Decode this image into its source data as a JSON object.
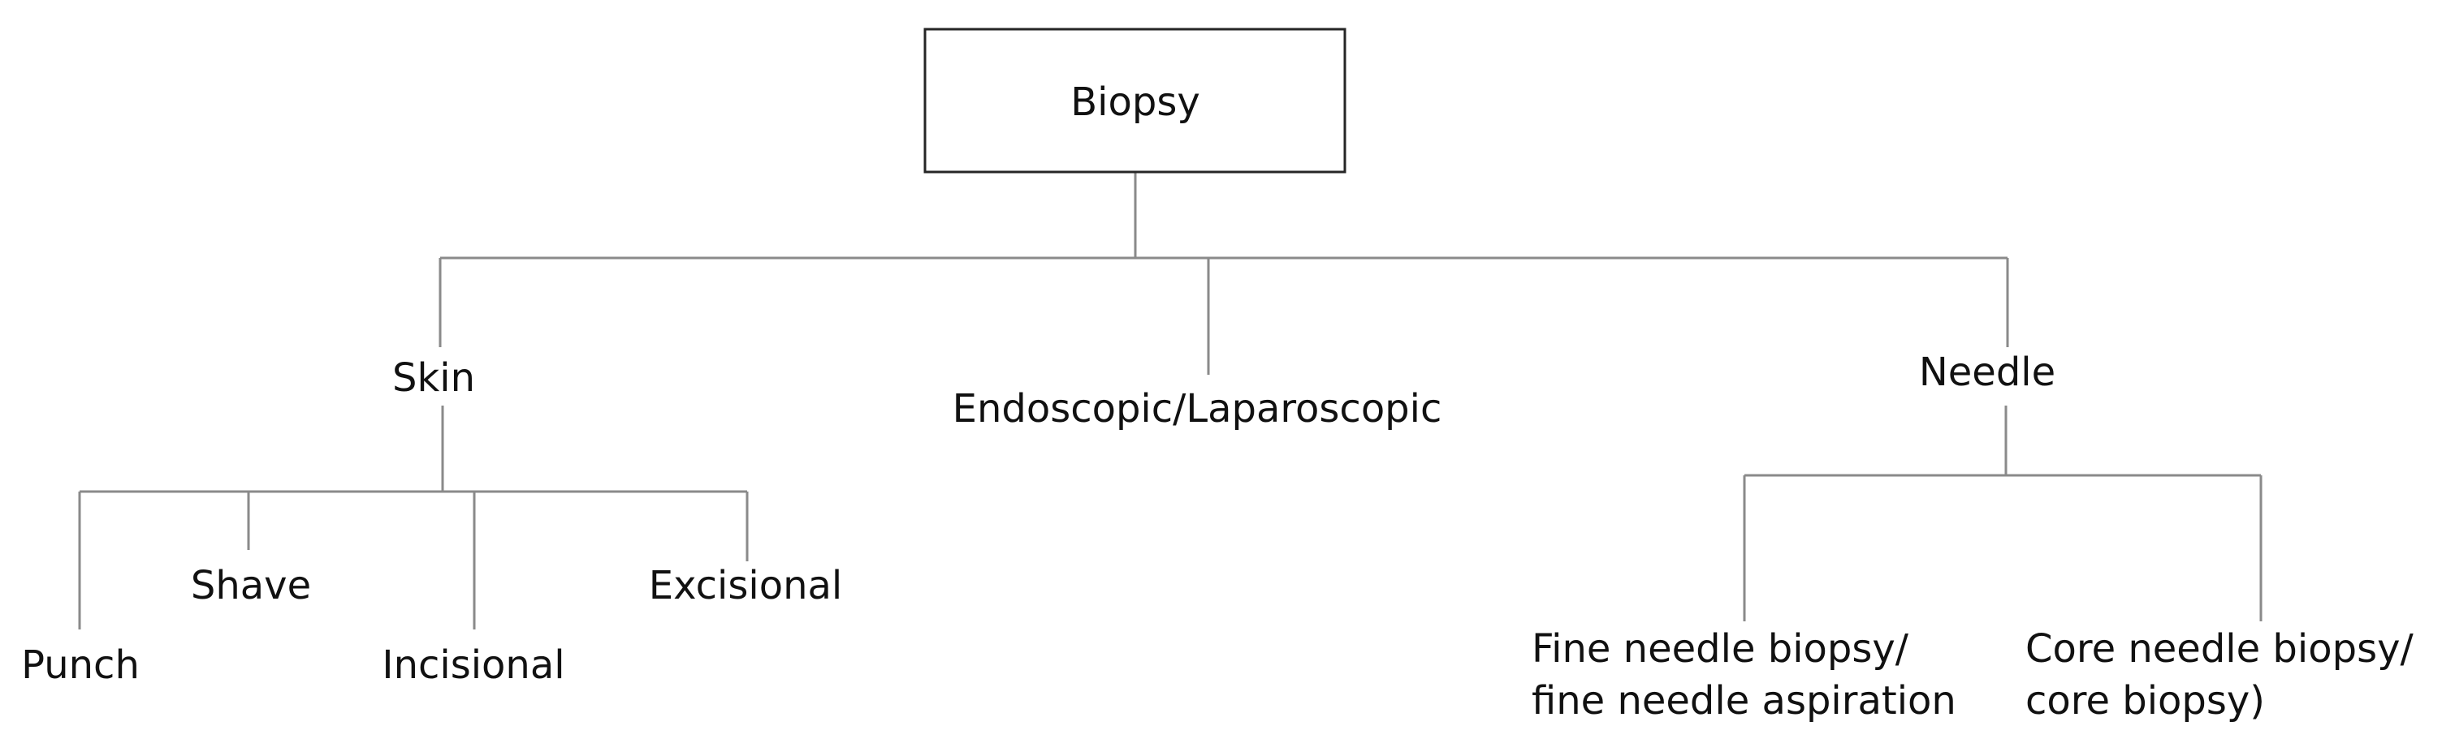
{
  "diagram": {
    "root": {
      "label": "Biopsy"
    },
    "categories": [
      {
        "label": "Skin",
        "children": [
          {
            "label": "Punch"
          },
          {
            "label": "Shave"
          },
          {
            "label": "Incisional"
          },
          {
            "label": "Excisional"
          }
        ]
      },
      {
        "label": "Endoscopic/Laparoscopic",
        "children": []
      },
      {
        "label": "Needle",
        "children": [
          {
            "lines": [
              "Fine needle biopsy/",
              "fine needle aspiration"
            ]
          },
          {
            "lines": [
              "Core needle biopsy/",
              "core biopsy)"
            ]
          }
        ]
      }
    ]
  },
  "colors": {
    "connector": "#8a8a8a",
    "box_border": "#262626",
    "text": "#111111",
    "background": "#ffffff"
  }
}
